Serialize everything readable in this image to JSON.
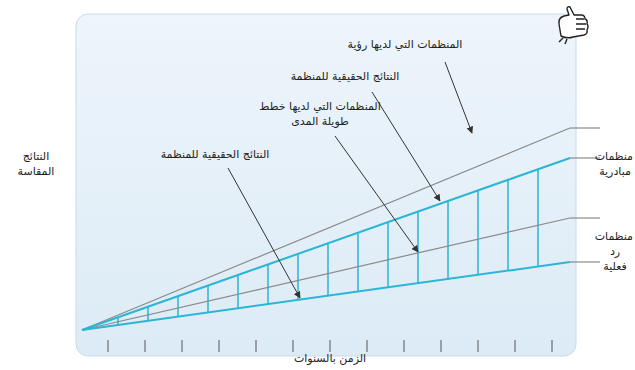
{
  "diagram": {
    "labels": [
      "المنظمات التي لديها رؤية",
      "النتائج الحقيقية للمنظمة",
      "المنظمات التي لديها خطط طويلة المدى",
      "النتائج الحقيقية للمنظمة",
      "النتائج المقاسة",
      "منظمات مبادرية",
      "منظمات رد فعلية",
      "الزمن بالسنوات"
    ]
  }
}
